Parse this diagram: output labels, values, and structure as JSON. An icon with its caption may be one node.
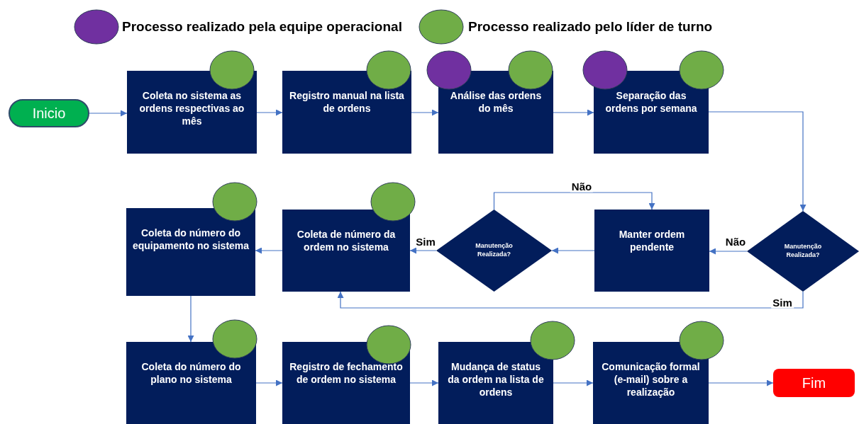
{
  "diagram": {
    "nodes": [
      {
        "text": [
          "Inicio"
        ]
      },
      {
        "text": [
          "Coleta no sistema as ordens respectivas ao mês"
        ]
      },
      {
        "text": [
          "Registro manual na lista de ordens"
        ]
      },
      {
        "text": [
          "Análise das ordens do mês"
        ]
      },
      {
        "text": [
          "Separação das ordens por semana"
        ]
      },
      {
        "text": [
          "Manutenção Realizada?"
        ]
      },
      {
        "text": [
          "Manter ordem pendente"
        ]
      },
      {
        "text": [
          "Manutenção Realizada?"
        ]
      },
      {
        "text": [
          "Coleta de número da ordem no sistema"
        ]
      },
      {
        "text": [
          "Coleta do número do equipamento no sistema"
        ]
      },
      {
        "text": [
          "Coleta do número do plano no sistema"
        ]
      },
      {
        "text": [
          "Registro de fechamento de ordem no sistema"
        ]
      },
      {
        "text": [
          "Mudança de status da ordem na lista de ordens"
        ]
      },
      {
        "text": [
          "Comunicação formal (e-mail) sobre a realização"
        ]
      },
      {
        "text": [
          "Fim"
        ]
      }
    ],
    "edges": [
      {
        "from": 0,
        "to": 1,
        "arrow": "to"
      },
      {
        "from": 1,
        "to": 2,
        "arrow": "to"
      },
      {
        "from": 2,
        "to": 3,
        "arrow": "to"
      },
      {
        "from": 3,
        "to": 4,
        "arrow": "to"
      },
      {
        "from": 4,
        "to": 5,
        "arrow": "to"
      },
      {
        "from": 5,
        "to": 6,
        "arrow": "to",
        "label": "Não"
      },
      {
        "from": 5,
        "to": 8,
        "arrow": "to",
        "label": "Sim"
      },
      {
        "from": 6,
        "to": 7,
        "arrow": "to"
      },
      {
        "from": 7,
        "to": 6,
        "arrow": "to",
        "label": "Não"
      },
      {
        "from": 7,
        "to": 8,
        "arrow": "to",
        "label": "Sim"
      },
      {
        "from": 8,
        "to": 9,
        "arrow": "to"
      },
      {
        "from": 9,
        "to": 10,
        "arrow": "to"
      },
      {
        "from": 10,
        "to": 11,
        "arrow": "to"
      },
      {
        "from": 11,
        "to": 12,
        "arrow": "to"
      },
      {
        "from": 12,
        "to": 13,
        "arrow": "to"
      },
      {
        "from": 13,
        "to": 14,
        "arrow": "to"
      }
    ],
    "legend": [
      {
        "text": "Processo realizado pela equipe operacional",
        "color": "#7030a0"
      },
      {
        "text": "Processo realizado pelo líder de turno",
        "color": "#70ad47"
      }
    ]
  }
}
